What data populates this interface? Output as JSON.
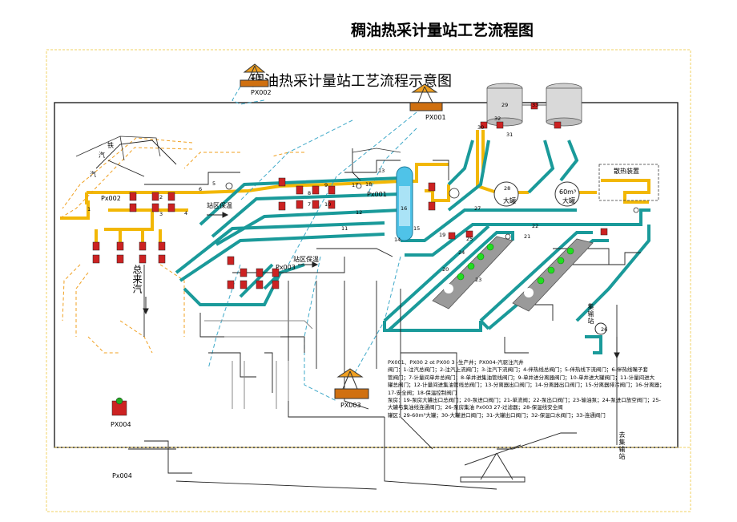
{
  "title": "稠油热采计量站工艺流程图",
  "subtitle": "稠油热采计量站工艺流程示意图",
  "wells": {
    "px001": "PX001",
    "px001_mid": "Px001",
    "px002": "PX002",
    "px002_mid": "Px002",
    "px003": "PX003",
    "px003_mid": "Px003",
    "px004": "PX004",
    "px004_b": "Px004"
  },
  "labels": {
    "steam_1": "铁",
    "steam_2": "汽",
    "steam_3": "汽",
    "station_insulation_1": "站区保温",
    "station_insulation_2": "站区保温",
    "incoming_steam": "总来汽",
    "heat_device": "散热装置",
    "tank_big": "大罐",
    "tank_volume": "60m³",
    "tank_big_2": "大罐",
    "to_gathering": "去集输站",
    "station_label": "集输站"
  },
  "numbers": {
    "n1": "1",
    "n2": "2",
    "n3": "3",
    "n4": "4",
    "n5": "5",
    "n6": "6",
    "n7": "7",
    "n8": "8",
    "n9": "9",
    "n10": "10",
    "n11": "11",
    "n12": "12",
    "n13": "13",
    "n14": "14",
    "n15": "15",
    "n16": "16",
    "n17": "17",
    "n18": "18",
    "n19": "19",
    "n20": "20",
    "n21": "21",
    "n22": "22",
    "n23": "23",
    "n24": "24",
    "n25": "25",
    "n26": "26",
    "n27": "27",
    "n28": "28",
    "n29": "29",
    "n30": "30",
    "n31": "31",
    "n32": "32",
    "n33": "33"
  },
  "legend": {
    "line1": "PX001、PX00 2 ot PX00 3 -生产井；PX004-汽驱注汽井",
    "line2": "阀门：1-注汽总阀门；2-注汽上流阀门；3-注汽下流阀门；4-伴热线总阀门；5-伴热线下流阀门；6-伴热线嘴子套",
    "line3": "管阀门；7-计量间单井总阀门；8-单井进集油管线阀门；9-单井进分离器阀门；10-单井进大罐阀门；11-计量间进大",
    "line4": "罐总阀门；12-计量间进集油管线总阀门；13-分离器出口阀门；14-分离器出口阀门；15-分离器排污阀门；16-分离器；",
    "line5": "17-安全阀；18-保温控制阀门",
    "line6": "泵房：19-泵房大罐出口总阀门；20-泵进口阀门；21-单流阀；22-泵出口阀门；23-输油泵；24-泵进口放空阀门；25-",
    "line7": "大罐与集油线连通阀门；26-泵房集油 Px003 27-过滤器；28-保温线安全阀",
    "line8": "罐区：29-60m³大罐；30-大罐进口阀门；31-大罐出口阀门；32-保温口水阀门；33-连通阀门"
  },
  "colors": {
    "teal": "#1a9a9a",
    "yellow": "#f2b705",
    "cyan_dashed": "#3fa9c9",
    "orange_dashed": "#f0a020",
    "valve_red": "#cc2222",
    "frame_yellow": "#f2d060"
  }
}
